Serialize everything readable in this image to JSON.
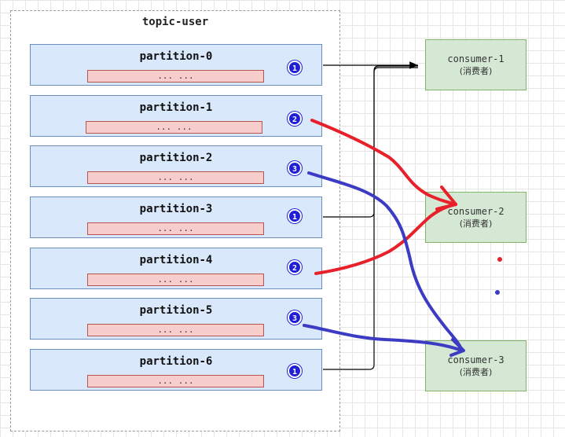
{
  "topic": {
    "title": "topic-user"
  },
  "partitions": [
    {
      "label": "partition-0",
      "messages": "... ...",
      "badge": "1"
    },
    {
      "label": "partition-1",
      "messages": "... ...",
      "badge": "2"
    },
    {
      "label": "partition-2",
      "messages": "... ...",
      "badge": "3"
    },
    {
      "label": "partition-3",
      "messages": "... ...",
      "badge": "1"
    },
    {
      "label": "partition-4",
      "messages": "... ...",
      "badge": "2"
    },
    {
      "label": "partition-5",
      "messages": "... ...",
      "badge": "3"
    },
    {
      "label": "partition-6",
      "messages": "... ...",
      "badge": "1"
    }
  ],
  "consumers": [
    {
      "name": "consumer-1",
      "subtitle": "(消费者)"
    },
    {
      "name": "consumer-2",
      "subtitle": "(消费者)"
    },
    {
      "name": "consumer-3",
      "subtitle": "(消费者)"
    }
  ],
  "colors": {
    "partition_fill": "#dae8fc",
    "message_fill": "#f8cecc",
    "consumer_fill": "#d5e8d4",
    "badge": "#1f1fd6",
    "arrow_black": "#000000",
    "arrow_red": "#e8202a",
    "arrow_blue": "#3b3bc4"
  }
}
